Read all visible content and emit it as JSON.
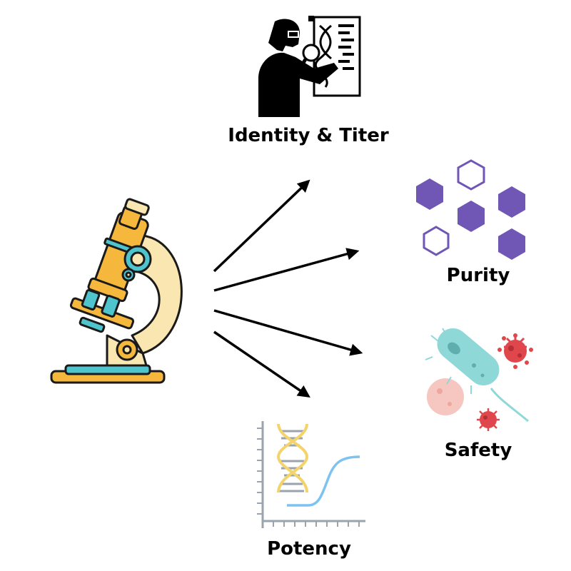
{
  "labels": {
    "identity_titer": "Identity & Titer",
    "purity": "Purity",
    "safety": "Safety",
    "potency": "Potency"
  },
  "icons": {
    "center": "microscope-icon",
    "identity_titer": "scientist-examining-dna-icon",
    "purity": "hexagon-particles-icon",
    "safety": "bacteria-virus-icon",
    "potency": "dna-dose-response-curve-icon"
  },
  "colors": {
    "arrow": "#000000",
    "microscope_body": "#F5B83D",
    "microscope_arm": "#F9E6B0",
    "microscope_accent": "#4FC4CC",
    "microscope_outline": "#1A1A1A",
    "hexagon_fill": "#7056B5",
    "hexagon_outline": "#7056B5",
    "bacterium": "#8FD8D8",
    "virus": "#E0474C",
    "cell": "#F6C6C0",
    "dna_yellow": "#F3D36B",
    "dna_blue": "#7EC3F0",
    "axis": "#9AA3AE",
    "label_text": "#000000"
  }
}
